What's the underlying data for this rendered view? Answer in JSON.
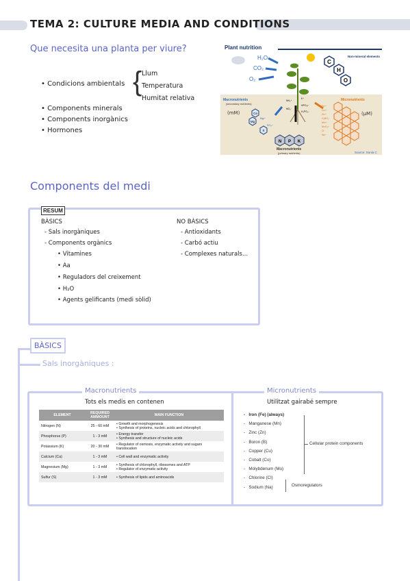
{
  "title": "TEMA 2: CULTURE MEDIA AND CONDITIONS",
  "question": "Que necesita una planta per viure?",
  "needs": {
    "environmental": "Condicions ambientals",
    "environmental_items": [
      "Llum",
      "Temperatura",
      "Humitat relativa"
    ],
    "others": [
      "Components minerals",
      "Components inorgànics",
      "Hormones"
    ]
  },
  "figure": {
    "title": "Plant nutrition",
    "gases": [
      "H₂O",
      "CO₂",
      "O₂"
    ],
    "non_mineral_label": "Non-mineral elements",
    "non_mineral": [
      "C",
      "H",
      "O"
    ],
    "macro_label": "Macronutrients",
    "macro_sub": "(secondary nutrients)",
    "macro_unit": "(mM)",
    "macro_hex": [
      "Ca",
      "Mg",
      "S"
    ],
    "macro_small": [
      "Mg²⁺",
      "SO₄²⁻"
    ],
    "center_small": [
      "NH₄⁺",
      "K⁺",
      "NO₃⁻",
      "HPO₄²⁻",
      "H₂PO₄⁻"
    ],
    "npk": [
      "N",
      "P",
      "K"
    ],
    "primary_label": "Macronutrients",
    "primary_sub": "(primary nutrients)",
    "micro_label": "Micronutrients",
    "micro_unit": "(μM)",
    "micro_small": [
      "Fe³⁺",
      "Cu²⁺",
      "Zn²⁺",
      "H₂BO₃⁻",
      "Mn²⁺",
      "MoO₄²⁻",
      "Cl⁻",
      "Na⁺"
    ],
    "source": "Source: Sonia C"
  },
  "components_title": "Components del medi",
  "resum": {
    "tag": "RESUM",
    "basics_head": "BÀSICS",
    "basics": [
      "Sals inorgàniques",
      "Components orgànics"
    ],
    "organics": [
      "Vitamines",
      "Aa",
      "Reguladors del creixement",
      "H₂O",
      "Agents gelificants (medi sòlid)"
    ],
    "non_basics_head": "NO BÀSICS",
    "non_basics": [
      "Antioxidants",
      "Carbó actiu",
      "Complexes naturals..."
    ]
  },
  "basics_tag": "BÀSICS",
  "sals_title": "Sals inorgàniques :",
  "macro_panel": {
    "head": "Macronutrients",
    "subtitle": "Tots els medis en contenen",
    "columns": [
      "ELEMENT",
      "REQUIRED AMMOUNT",
      "MAIN FUNCTION"
    ],
    "rows": [
      {
        "element": "Nitrogen (N)",
        "amount": "25 - 60 mM",
        "functions": [
          "Growth and morphogenesis",
          "Synthesis of proteins, nucleic acids and chlorophyll"
        ]
      },
      {
        "element": "Phosphorus (P)",
        "amount": "1 - 3 mM",
        "functions": [
          "Energy transfer",
          "Synthesis and structure of nucleic acids"
        ]
      },
      {
        "element": "Potassium (K)",
        "amount": "20 - 30 mM",
        "functions": [
          "Regulator of osmosis, enzymatic activity and sugars translocation"
        ]
      },
      {
        "element": "Calcium (Ca)",
        "amount": "1 - 3 mM",
        "functions": [
          "Cell wall and enzymatic activity"
        ]
      },
      {
        "element": "Magnesium (Mg)",
        "amount": "1 - 3 mM",
        "functions": [
          "Synthesis of chlorophyll, ribosomes and ATP",
          "Regulator of enzymatic activity"
        ]
      },
      {
        "element": "Sulfur (S)",
        "amount": "1 - 3 mM",
        "functions": [
          "Synthesis of lipids and aminoacids"
        ]
      }
    ]
  },
  "micro_panel": {
    "head": "Micronutrients",
    "subtitle": "Utilitzat gairabé sempre",
    "items": [
      "Iron (Fe) (always)",
      "Manganese (Mn)",
      "Zinc (Zn)",
      "Boron (B)",
      "Copper (Cu)",
      "Cobalt (Co)",
      "Molybdenum (Mo)",
      "Chlorine (Cl)",
      "Sodium (Na)"
    ],
    "group1": "Cellular protein components",
    "group2": "Osmoregulators"
  }
}
